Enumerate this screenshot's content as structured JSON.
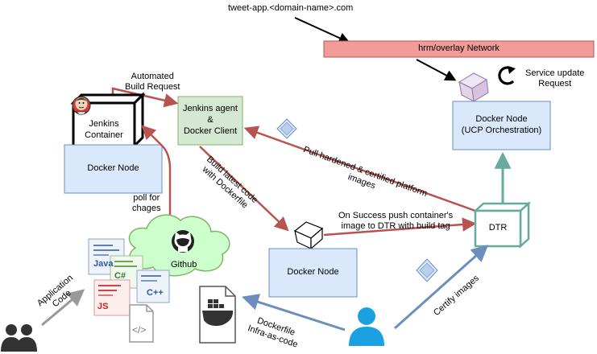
{
  "top_label": "tweet-app.<domain-name>.com",
  "network": {
    "label": "hrm/overlay Network"
  },
  "service_update": {
    "line1": "Service update",
    "line2": "Request"
  },
  "ucp_node": {
    "line1": "Docker Node",
    "line2": "(UCP Orchestration)"
  },
  "automated_build": {
    "line1": "Automated",
    "line2": "Build Request"
  },
  "jenkins_container": {
    "line1": "Jenkins",
    "line2": "Container"
  },
  "jenkins_agent": {
    "line1": "Jenkins agent",
    "line2": "&",
    "line3": "Docker Client"
  },
  "docker_node_left": {
    "label": "Docker Node"
  },
  "pull_label": {
    "line1": "Pull hardened & certified platform",
    "line2": "images"
  },
  "build_label": {
    "line1": "Build latest code",
    "line2": "with Dockerfile"
  },
  "poll_label": {
    "line1": "poll for",
    "line2": "chages"
  },
  "push_label": {
    "line1": "On Success push container's",
    "line2": "image to DTR with build tag"
  },
  "dtr": {
    "label": "DTR"
  },
  "github": {
    "label": "Github"
  },
  "docker_node_bottom": {
    "label": "Docker Node"
  },
  "app_code_label": {
    "line1": "Application",
    "line2": "Code"
  },
  "languages": {
    "java": "Java",
    "csharp": "C#",
    "cpp": "C++",
    "js": "JS",
    "code": "</>"
  },
  "dockerfile_label": {
    "line1": "Dockerfile",
    "line2": "Infra-as-code"
  },
  "certify_label": "Certify images",
  "colors": {
    "red_arrow": "#b85450",
    "network_fill": "#f19c99",
    "network_stroke": "#b85450",
    "node_fill": "#dae8fc",
    "node_stroke": "#6c8ebf",
    "agent_fill": "#d5e8d4",
    "agent_stroke": "#82b366",
    "dtr_stroke": "#67ab9f",
    "blue_arrow": "#6c8ebf",
    "green_arrow": "#67ab9f",
    "user_blue": "#1ba1e2",
    "cloud_fill": "#ccffcc",
    "cube_purple": "#e1d5e7",
    "gray_arrow": "#999999"
  }
}
